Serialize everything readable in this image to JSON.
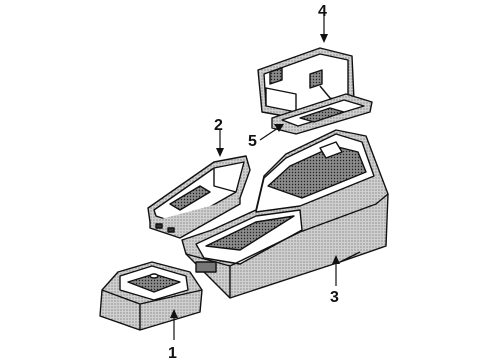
{
  "diagram": {
    "callouts": [
      {
        "id": "1",
        "label": "1"
      },
      {
        "id": "2",
        "label": "2"
      },
      {
        "id": "3",
        "label": "3"
      },
      {
        "id": "4",
        "label": "4"
      },
      {
        "id": "5",
        "label": "5"
      }
    ],
    "colors": {
      "ink": "#111111",
      "shade": "#b8b8b8",
      "dark_shade": "#555555",
      "paper": "#ffffff"
    }
  }
}
